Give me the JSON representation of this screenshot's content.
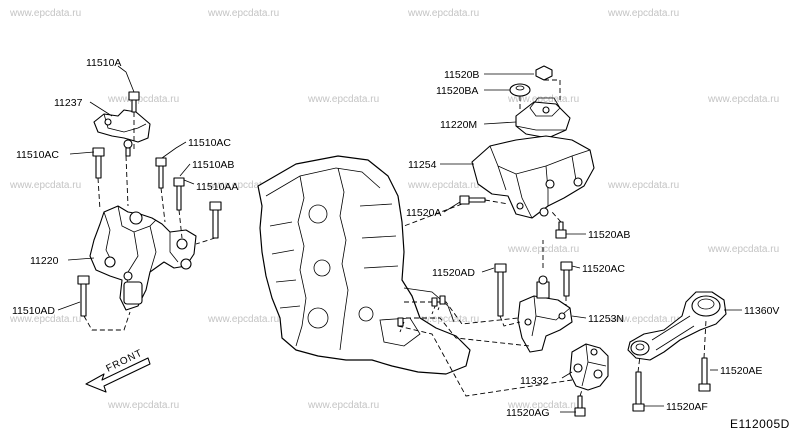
{
  "watermark": "www.epcdata.ru",
  "drawing_code": "E112005D",
  "front_label": "FRONT",
  "labels": {
    "l11510A": "11510A",
    "l11237": "11237",
    "l11510AC_left": "11510AC",
    "l11510AC_top": "11510AC",
    "l11510AB": "11510AB",
    "l11510AA": "11510AA",
    "l11220": "11220",
    "l11510AD": "11510AD",
    "l11520B": "11520B",
    "l11520BA": "11520BA",
    "l11220M": "11220M",
    "l11254": "11254",
    "l11520A": "11520A",
    "l11520AB": "11520AB",
    "l11520AD": "11520AD",
    "l11520AC": "11520AC",
    "l11253N": "11253N",
    "l11360V": "11360V",
    "l11332": "11332",
    "l11520AE": "11520AE",
    "l11520AF": "11520AF",
    "l11520AG": "11520AG"
  }
}
